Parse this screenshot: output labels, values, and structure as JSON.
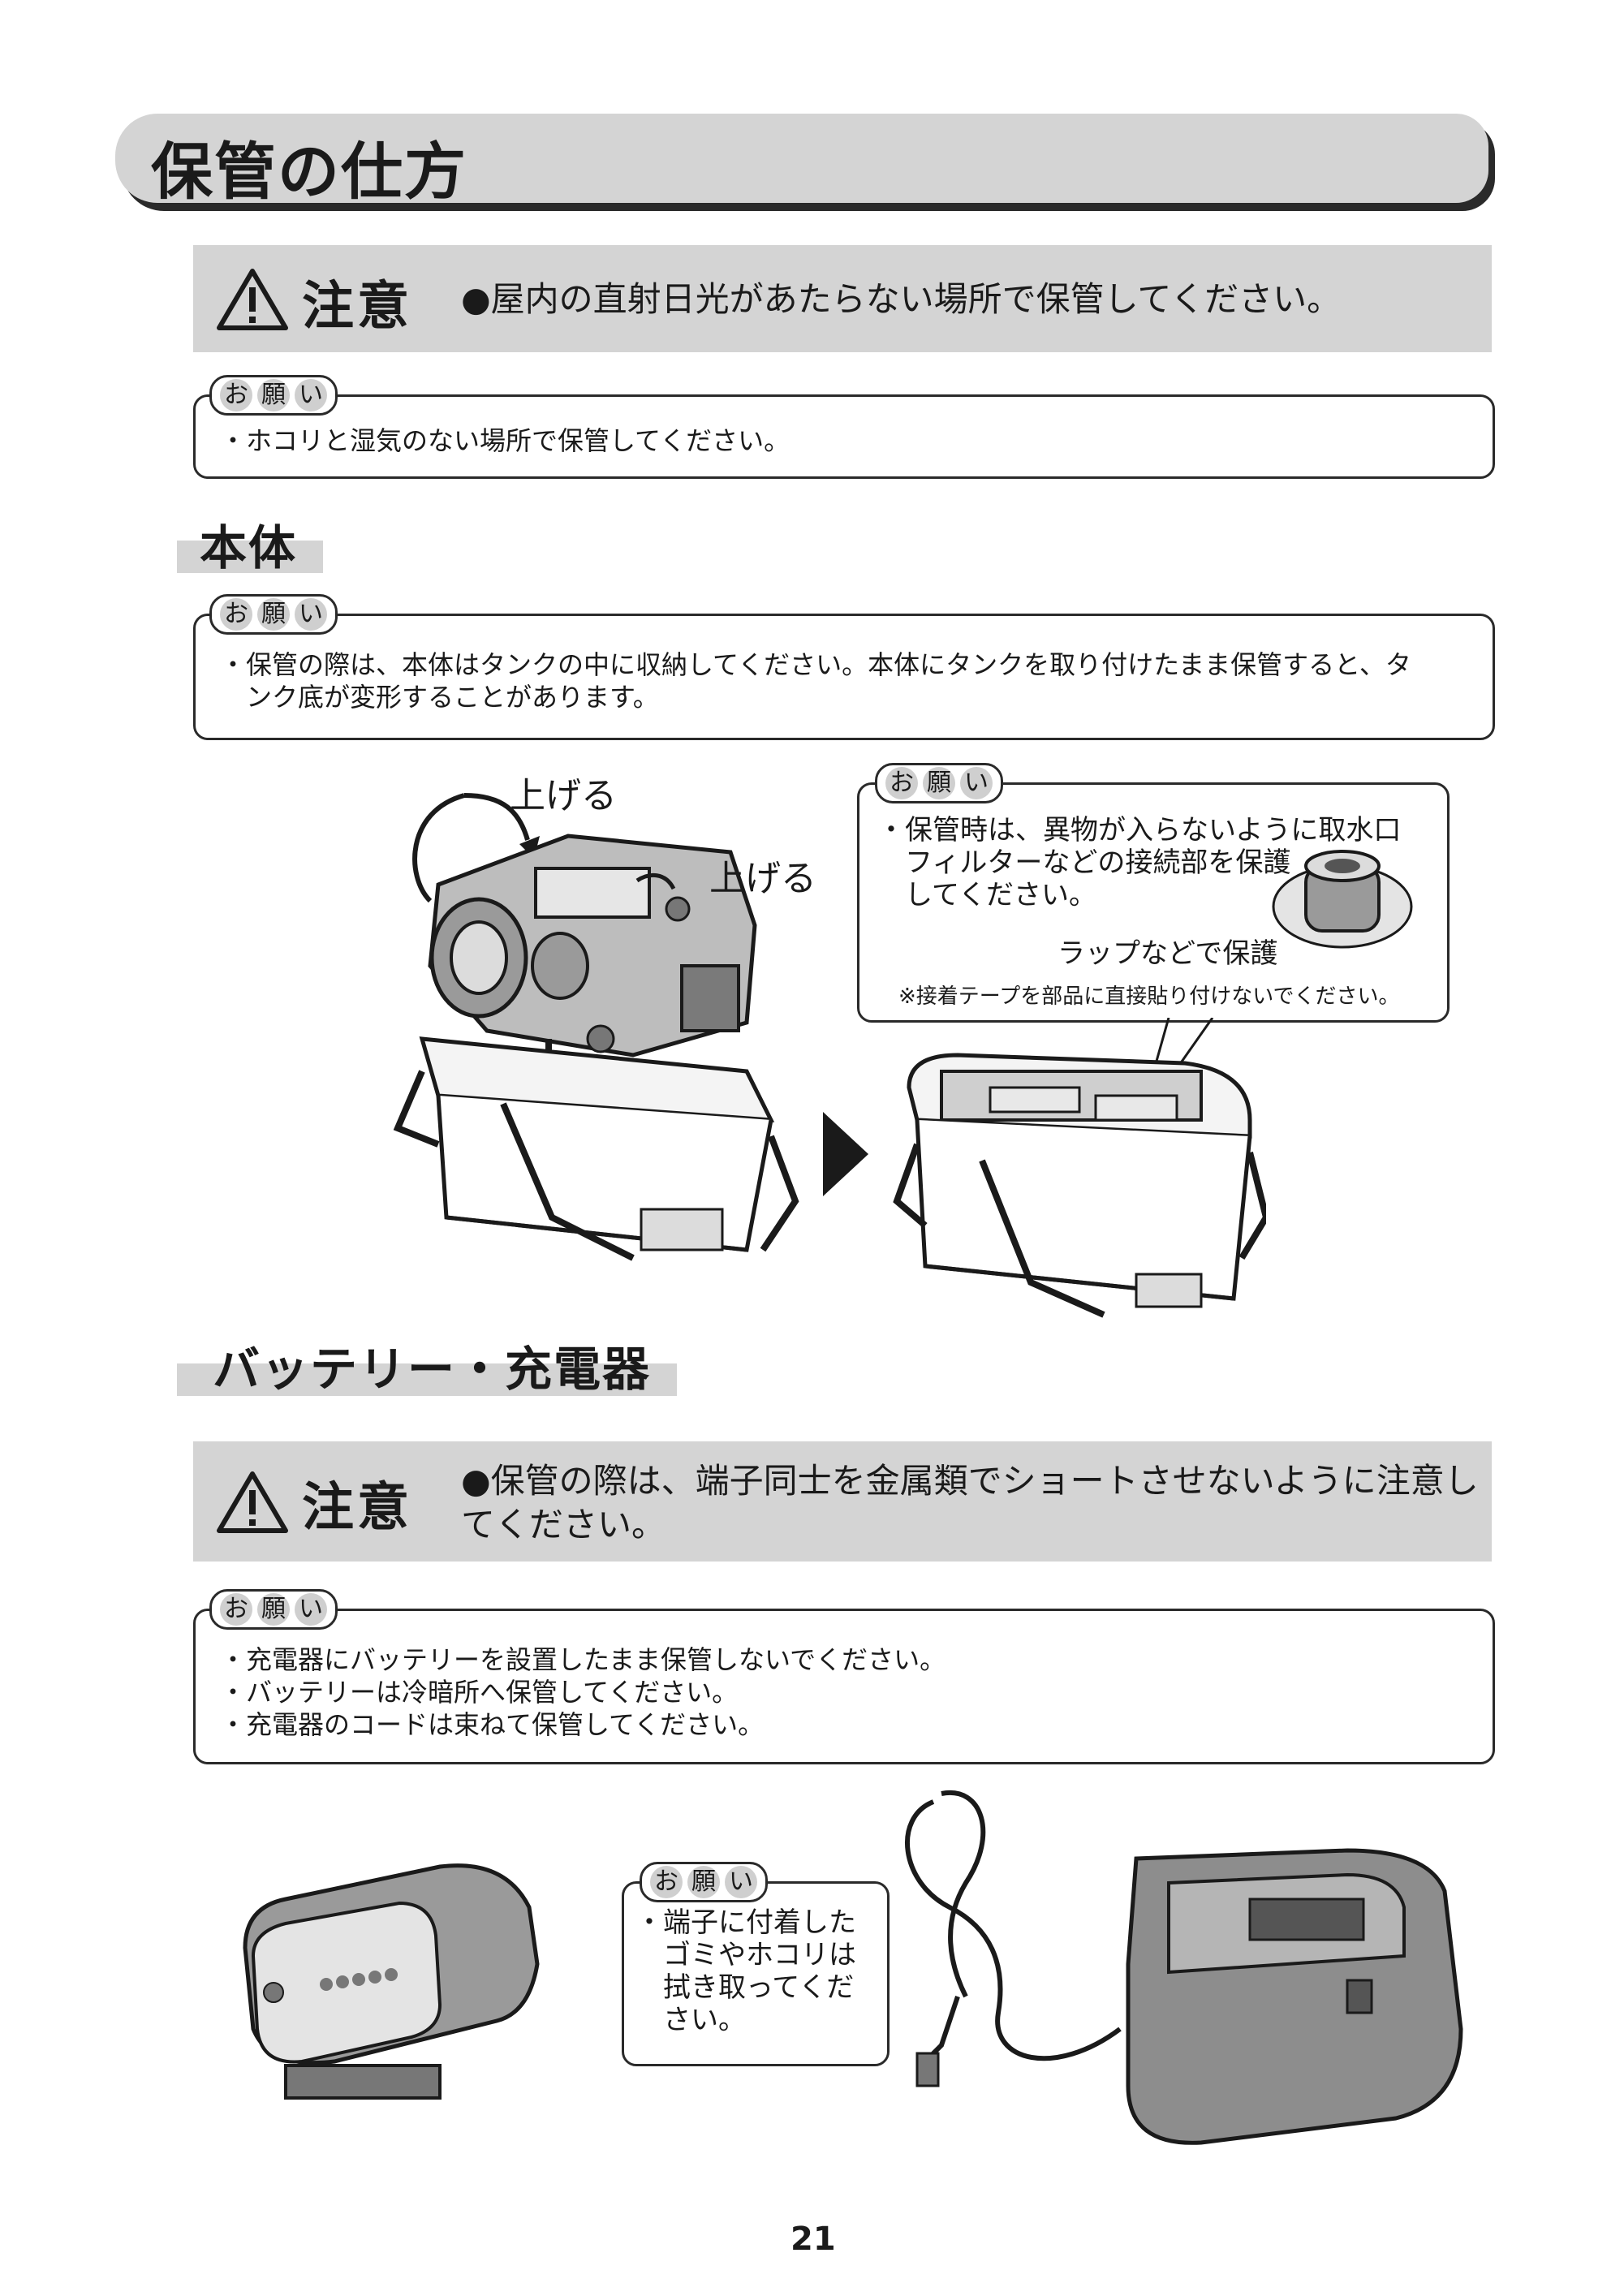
{
  "page_title": "保管の仕方",
  "request_tag": [
    "お",
    "願",
    "い"
  ],
  "caution_label": "注意",
  "caution_1": "●屋内の直射日光があたらない場所で保管してください。",
  "request_general": "・ホコリと湿気のない場所で保管してください。",
  "section_body": {
    "heading": "本体",
    "request_lines": [
      "・保管の際は、本体はタンクの中に収納してください。本体にタンクを取り付けたまま保管すると、タ",
      "　ンク底が変形することがあります。"
    ],
    "lift_label_1": "上げる",
    "lift_label_2": "上げる",
    "protect_request_lines": [
      "・保管時は、異物が入らないように取水口",
      "　フィルターなどの接続部を保護",
      "　してください。"
    ],
    "wrap_label": "ラップなどで保護",
    "tape_note": "※接着テープを部品に直接貼り付けないでください。"
  },
  "section_battery": {
    "heading": "バッテリー・充電器",
    "caution_lines": [
      "●保管の際は、端子同士を金属類でショートさせないように注意して",
      "　ください。"
    ],
    "request_lines": [
      "・充電器にバッテリーを設置したまま保管しないでください。",
      "・バッテリーは冷暗所へ保管してください。",
      "・充電器のコードは束ねて保管してください。"
    ],
    "terminal_request_lines": [
      "・端子に付着した",
      "　ゴミやホコリは",
      "　拭き取ってくだ",
      "　さい。"
    ]
  },
  "page_number": "21",
  "colors": {
    "panel_gray": "#d4d4d4",
    "ink": "#1a1a1a"
  }
}
